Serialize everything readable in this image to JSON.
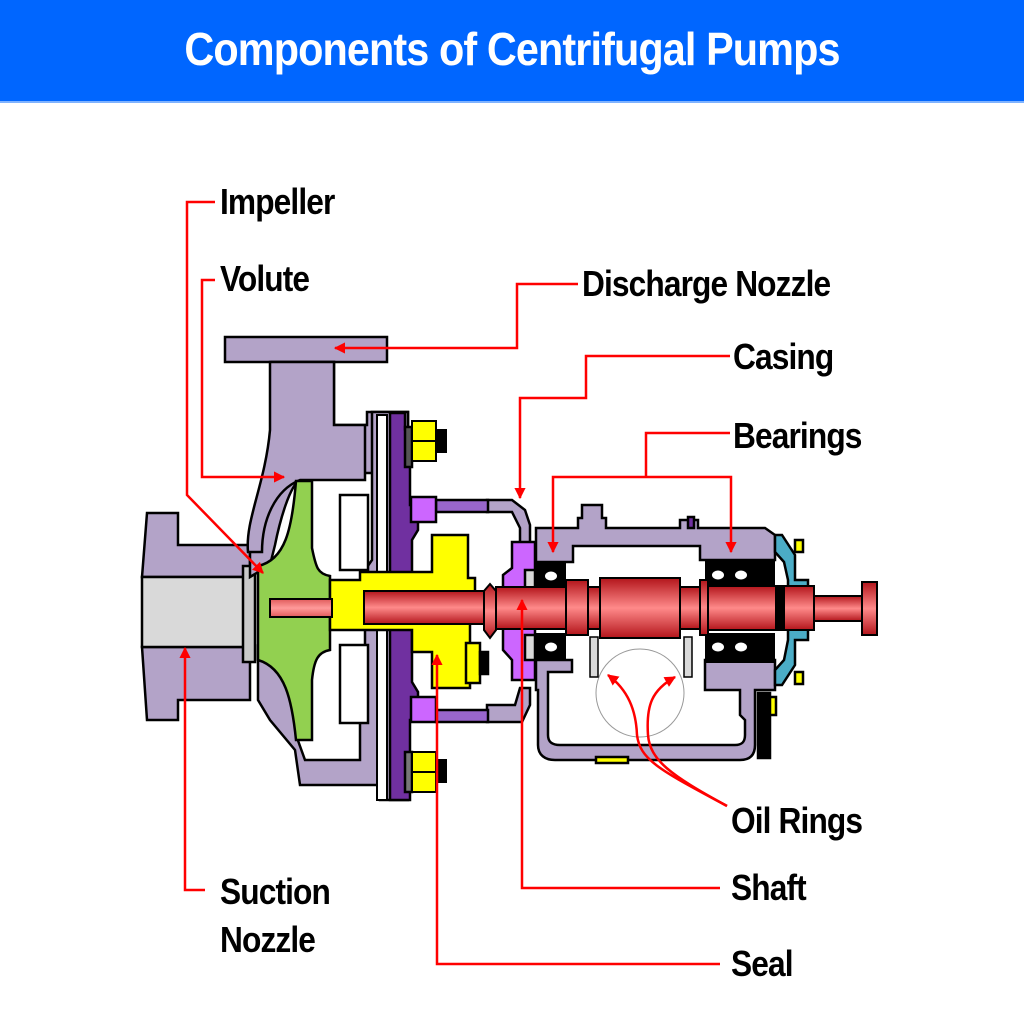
{
  "header": {
    "title": "Components of Centrifugal Pumps"
  },
  "labels": {
    "impeller": "Impeller",
    "volute": "Volute",
    "discharge_nozzle": "Discharge Nozzle",
    "casing": "Casing",
    "bearings": "Bearings",
    "oil_rings": "Oil Rings",
    "shaft": "Shaft",
    "seal": "Seal",
    "suction_nozzle_line1": "Suction",
    "suction_nozzle_line2": "Nozzle"
  },
  "colors": {
    "header_bg": "#0066ff",
    "leader_red": "#ff0000",
    "casing_lavender": "#b3a3c8",
    "impeller_green": "#92d050",
    "seal_yellow": "#ffff00",
    "shaft_red": "#d9262b",
    "plate_purple": "#7030a0",
    "gland_violet": "#cc66ff",
    "cover_teal": "#4bacc6",
    "suction_gray": "#d9d9d9"
  }
}
